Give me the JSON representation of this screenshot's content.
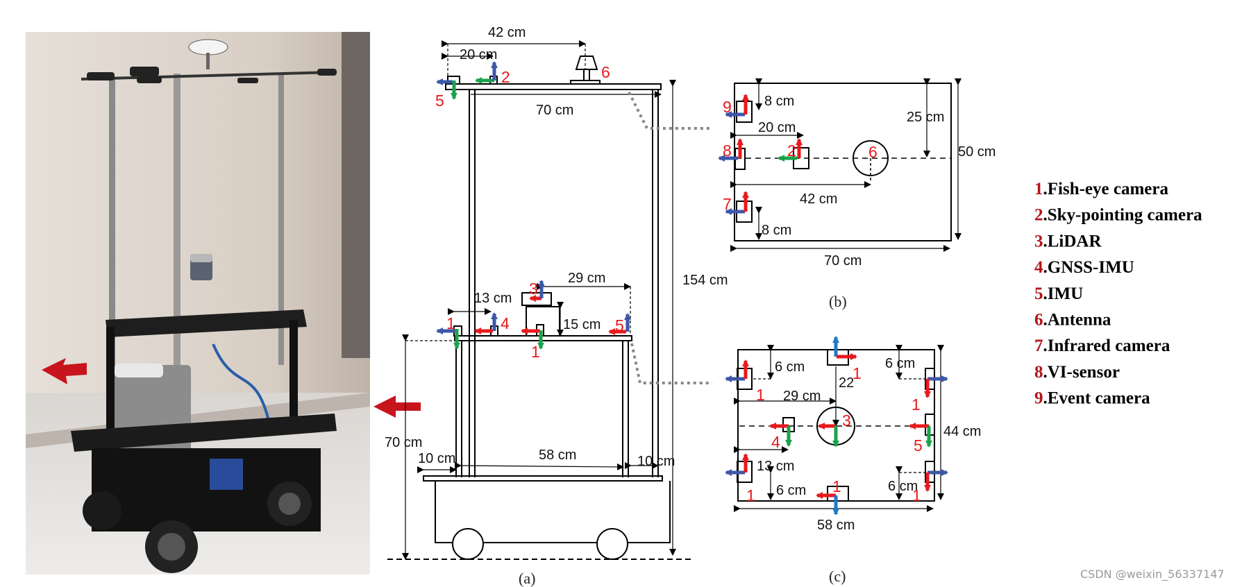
{
  "figure": {
    "panel_a": {
      "caption": "(a)",
      "dims": {
        "top_42": "42 cm",
        "top_20": "20 cm",
        "top_width": "70 cm",
        "lidar_offset": "29 cm",
        "gnss_offset": "13 cm",
        "lidar_height": "15 cm",
        "total_height": "154 cm",
        "platform_height": "70 cm",
        "left_margin": "10 cm",
        "base_width": "58 cm",
        "right_margin": "10 cm"
      },
      "sensor_labels": {
        "top_imu": "5",
        "top_sky": "2",
        "top_antenna": "6",
        "mid_lidar": "3",
        "mid_gnss": "4",
        "mid_imu": "5",
        "mid_fish_left": "1",
        "mid_fish_center": "1"
      }
    },
    "panel_b": {
      "caption": "(b)",
      "dims": {
        "event_offset": "8 cm",
        "sky_offset": "20 cm",
        "antenna_offset": "42 cm",
        "infrared_offset": "8 cm",
        "half_depth": "25 cm",
        "depth": "50 cm",
        "width": "70 cm"
      },
      "sensor_labels": {
        "event": "9",
        "vi": "8",
        "sky": "2",
        "antenna": "6",
        "infrared": "7"
      }
    },
    "panel_c": {
      "caption": "(c)",
      "dims": {
        "tl_offset": "6 cm",
        "tr_offset": "6 cm",
        "center_offset": "22",
        "lidar_x": "29 cm",
        "gnss_x": "13 cm",
        "bl_offset": "6 cm",
        "br_offset": "6 cm",
        "depth": "44 cm",
        "width": "58 cm"
      },
      "sensor_labels": {
        "fish_top": "1",
        "fish_tl": "1",
        "fish_tr": "1",
        "fish_bl": "1",
        "fish_br": "1",
        "fish_bottom": "1",
        "lidar": "3",
        "gnss": "4",
        "imu": "5"
      }
    },
    "legend": [
      {
        "num": "1",
        "label": ".Fish-eye camera"
      },
      {
        "num": "2",
        "label": ".Sky-pointing camera"
      },
      {
        "num": "3",
        "label": ".LiDAR"
      },
      {
        "num": "4",
        "label": ".GNSS-IMU"
      },
      {
        "num": "5",
        "label": ".IMU"
      },
      {
        "num": "6",
        "label": ".Antenna"
      },
      {
        "num": "7",
        "label": ".Infrared camera"
      },
      {
        "num": "8",
        "label": ".VI-sensor"
      },
      {
        "num": "9",
        "label": ".Event camera"
      }
    ],
    "watermark": "CSDN @weixin_56337147",
    "colors": {
      "axis_red": "#e8191c",
      "axis_blue": "#3d57a8",
      "axis_green": "#1aa34a",
      "axis_lightblue": "#1f78c8",
      "legend_num": "#b3131b",
      "direction_arrow": "#c8141c"
    }
  }
}
